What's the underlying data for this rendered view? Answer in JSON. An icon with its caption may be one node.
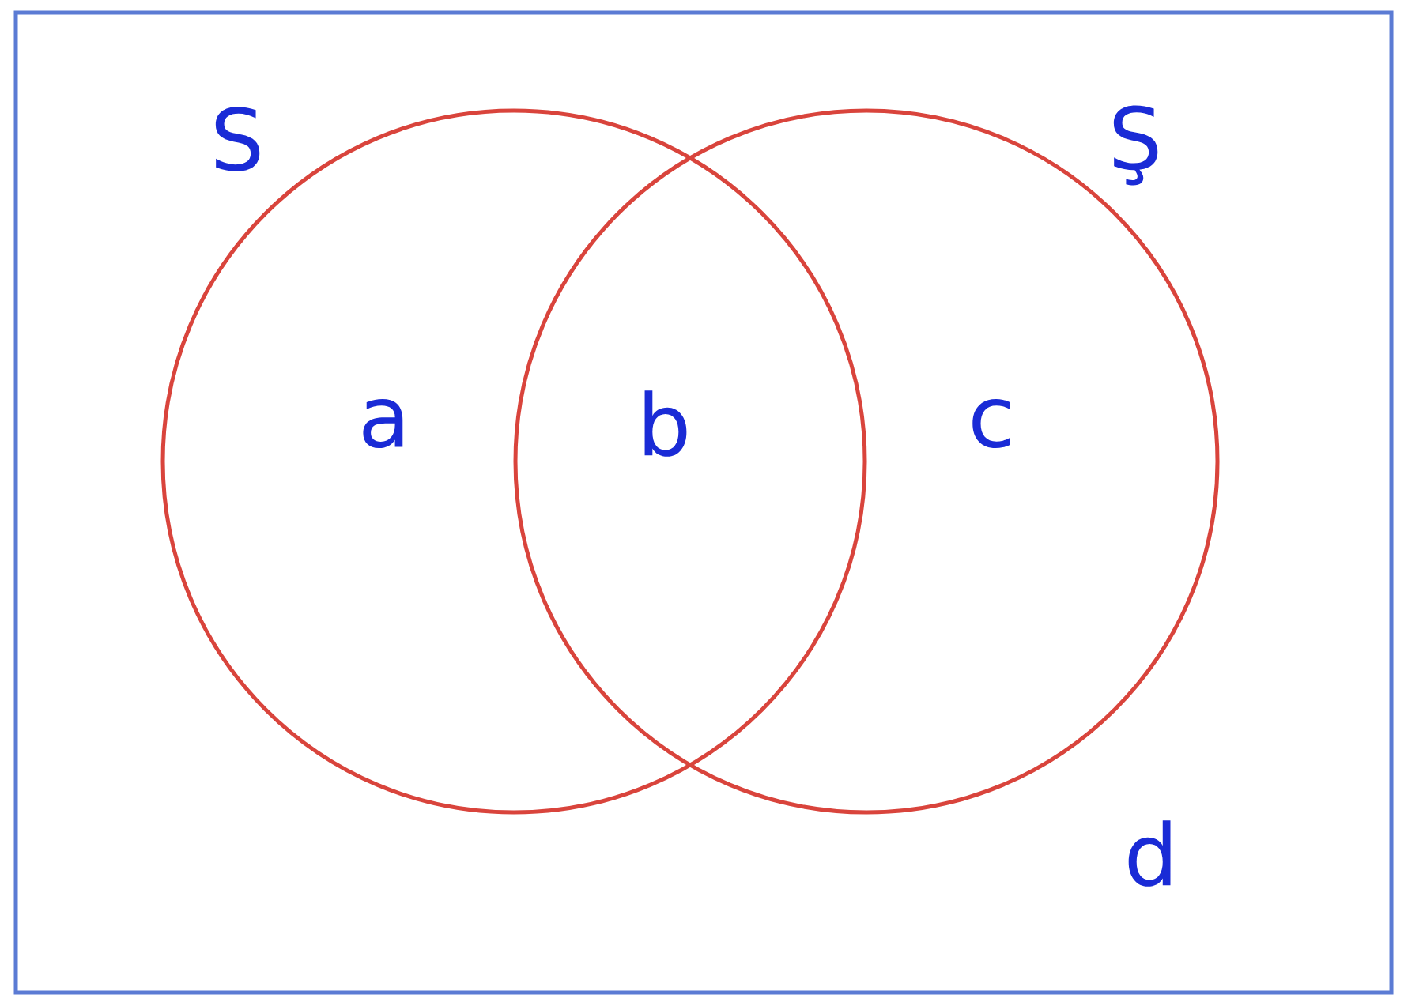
{
  "diagram": {
    "nodes": [
      {
        "text": [],
        "shape": "box"
      },
      {
        "text": [
          "S",
          "a"
        ],
        "in": 0
      },
      {
        "text": [
          "Ş",
          "c"
        ],
        "in": 0
      }
    ],
    "labels": [
      "b",
      "d"
    ]
  }
}
